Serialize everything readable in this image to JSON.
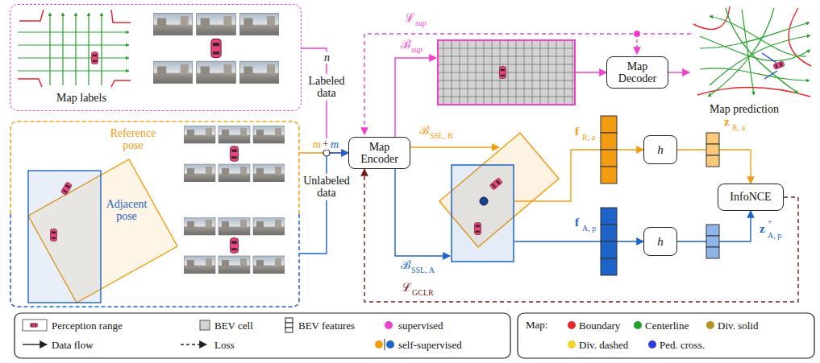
{
  "diagram": {
    "nodes": [
      {
        "text": [
          "Map labels"
        ]
      },
      {
        "text": [
          "Reference pose",
          "Adjacent pose"
        ]
      },
      {
        "text": [
          "Map Encoder"
        ]
      },
      {
        "text": [
          "Map Decoder"
        ]
      },
      {
        "text": [
          "h"
        ]
      },
      {
        "text": [
          "h"
        ]
      },
      {
        "text": [
          "InfoNCE"
        ]
      }
    ],
    "edges": [
      {
        "from": 0,
        "to": 2,
        "arrow": "to",
        "label": "Labeled data"
      },
      {
        "from": 1,
        "to": 2,
        "arrow": "to",
        "label": "Unlabeled data"
      },
      {
        "from": 2,
        "to": 3,
        "arrow": "to"
      },
      {
        "from": 2,
        "to": 4,
        "arrow": "to"
      },
      {
        "from": 2,
        "to": 5,
        "arrow": "to"
      },
      {
        "from": 4,
        "to": 6,
        "arrow": "to"
      },
      {
        "from": 5,
        "to": 6,
        "arrow": "to"
      },
      {
        "from": 6,
        "to": 2,
        "arrow": "to"
      }
    ],
    "labels": [
      "n",
      "m",
      "+",
      "m",
      "ℒ",
      "sup",
      "ℬ",
      "sup",
      "ℬ",
      "SSL, R",
      "ℬ",
      "SSL, A",
      "Map prediction",
      "f",
      "R, a",
      "f",
      "A, p",
      "z",
      "R, a",
      "z",
      "+",
      "A, p",
      "ℒ",
      "GCLR",
      "Map:"
    ],
    "legend": [
      {
        "text": "Perception range"
      },
      {
        "text": "BEV cell"
      },
      {
        "text": "BEV features"
      },
      {
        "text": "supervised",
        "color": "#ee3fcd"
      },
      {
        "text": "Data flow"
      },
      {
        "text": "Loss"
      },
      {
        "text": "self-supervised"
      },
      {
        "text": "Boundary",
        "color": "#e8262a"
      },
      {
        "text": "Centerline",
        "color": "#22a12a"
      },
      {
        "text": "Div. solid",
        "color": "#b8902a"
      },
      {
        "text": "Div. dashed",
        "color": "#f2d22b"
      },
      {
        "text": "Ped. cross.",
        "color": "#2b3fd9"
      }
    ]
  }
}
